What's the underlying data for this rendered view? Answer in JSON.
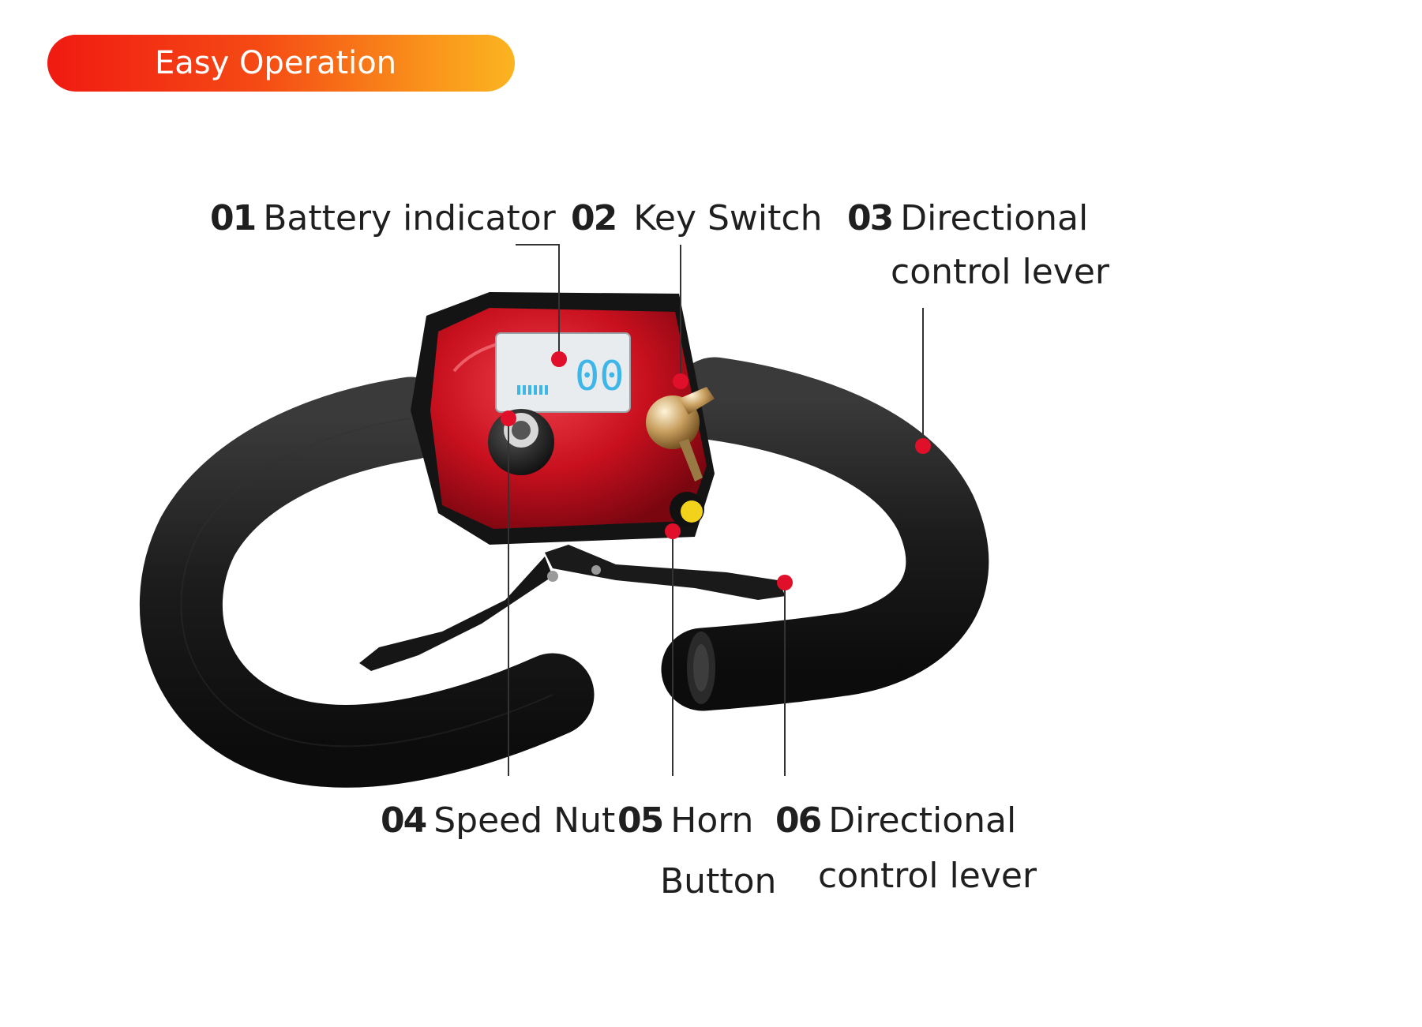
{
  "banner": {
    "title": "Easy Operation"
  },
  "display": {
    "reading": "00"
  },
  "callouts": [
    {
      "number": "01",
      "text": "Battery indicator"
    },
    {
      "number": "02",
      "text": "Key Switch"
    },
    {
      "number": "03",
      "text": "Directional",
      "text2": "control lever"
    },
    {
      "number": "04",
      "text": "Speed Nut"
    },
    {
      "number": "05",
      "text": "Horn",
      "text2": "Button"
    },
    {
      "number": "06",
      "text": "Directional",
      "text2": "control lever"
    }
  ],
  "colors": {
    "banner_start": "#f01a12",
    "banner_end": "#fbb421",
    "console_red": "#c8101e",
    "grip_black": "#1c1c1c",
    "callout_dot": "#e0102a",
    "display_digits": "#3fb6e8",
    "horn_button": "#f2d21a"
  }
}
